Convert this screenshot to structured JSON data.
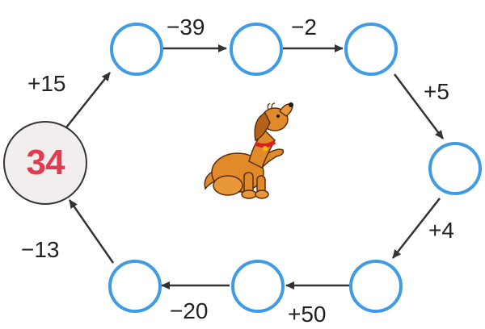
{
  "start": {
    "value": "34"
  },
  "operations": [
    {
      "id": "op-1",
      "label": "+15"
    },
    {
      "id": "op-2",
      "label": "−39"
    },
    {
      "id": "op-3",
      "label": "−2"
    },
    {
      "id": "op-4",
      "label": "+5"
    },
    {
      "id": "op-5",
      "label": "+4"
    },
    {
      "id": "op-6",
      "label": "+50"
    },
    {
      "id": "op-7",
      "label": "−20"
    },
    {
      "id": "op-8",
      "label": "−13"
    }
  ],
  "blank_circles": 7,
  "colors": {
    "blank_border": "#3f9be6",
    "start_text": "#e23a4e",
    "start_fill": "#f2eeee",
    "arrow": "#333333",
    "dog_body": "#e08a2a",
    "collar": "#d82020"
  },
  "icons": [
    "dog-illustration"
  ]
}
